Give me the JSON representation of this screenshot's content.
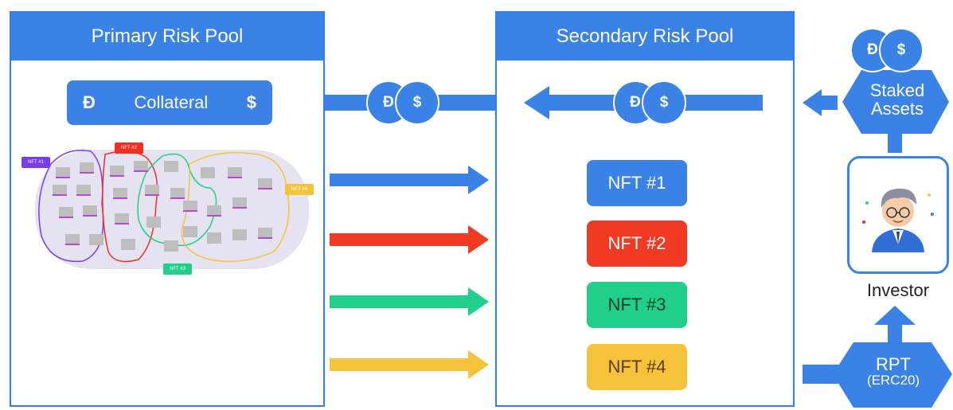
{
  "primary_pool": {
    "title": "Primary Risk Pool"
  },
  "secondary_pool": {
    "title": "Secondary Risk Pool"
  },
  "collateral": {
    "left_symbol": "Đ",
    "label": "Collateral",
    "right_symbol": "$"
  },
  "coin_symbols": {
    "dai": "Đ",
    "dollar": "$"
  },
  "staked_assets": {
    "line1": "Staked",
    "line2": "Assets"
  },
  "investor": {
    "label": "Investor"
  },
  "rpt": {
    "line1": "RPT",
    "line2": "(ERC20)"
  },
  "nft_boxes": [
    {
      "label": "NFT #1",
      "color": "#3b82e6"
    },
    {
      "label": "NFT #2",
      "color": "#f03a24"
    },
    {
      "label": "NFT #3",
      "color": "#1fcf8a"
    },
    {
      "label": "NFT #4",
      "color": "#f5c33b"
    }
  ],
  "cluster_labels": [
    {
      "label": "NFT #1",
      "color": "#7c3aed"
    },
    {
      "label": "NFT #2",
      "color": "#ef2f1f"
    },
    {
      "label": "NFT #3",
      "color": "#1fcf8a"
    },
    {
      "label": "NFT #4",
      "color": "#f5c33b"
    }
  ],
  "colors": {
    "primary_blue": "#3b82e6",
    "red": "#f03a24",
    "green": "#1fcf8a",
    "yellow": "#f5c33b",
    "purple": "#7c3aed"
  }
}
